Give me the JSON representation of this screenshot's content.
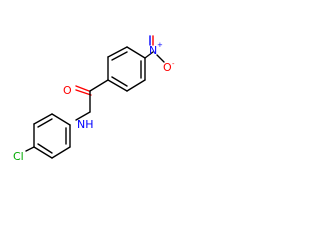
{
  "molecule": {
    "atoms": {
      "carbonyl_oxygen": "O",
      "amide_nitrogen": "NH",
      "chlorine": "Cl",
      "nitro_nitrogen": "N",
      "nitro_nitrogen_charge": "+",
      "nitro_oxygen": "O",
      "nitro_oxygen_charge": "-"
    },
    "colors": {
      "bond": "#000000",
      "oxygen": "#ff0000",
      "nitrogen": "#0000ff",
      "chlorine": "#00aa00"
    }
  }
}
